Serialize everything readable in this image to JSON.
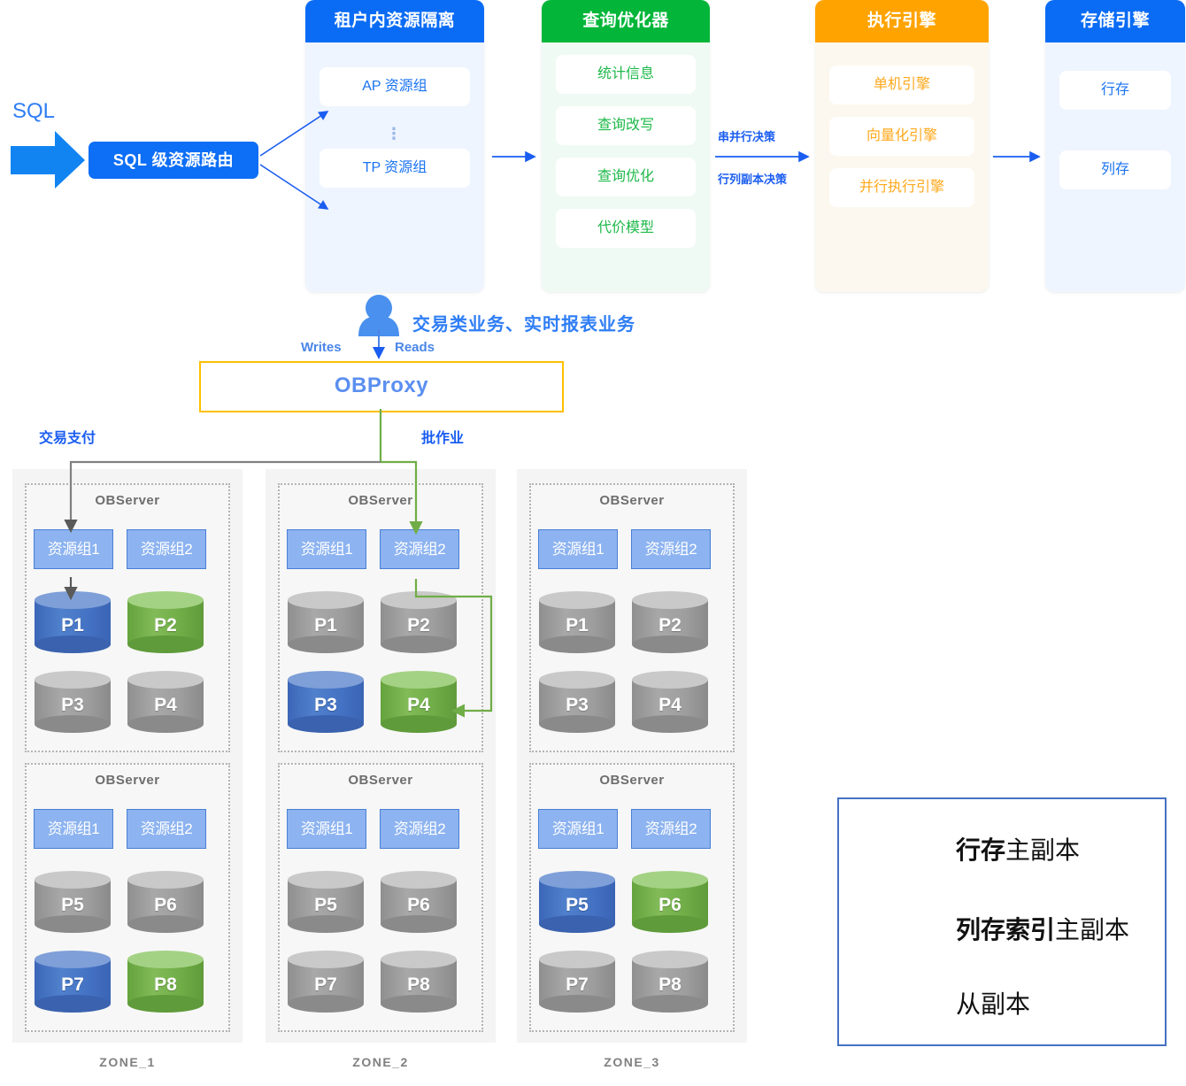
{
  "pipeline": {
    "sql_label": "SQL",
    "router_label": "SQL 级资源路由",
    "stages": [
      {
        "title": "租户内资源隔离",
        "items": [
          "AP 资源组",
          "TP 资源组"
        ],
        "ellipsis": "⋮",
        "header_color": "#0a6cf5"
      },
      {
        "title": "查询优化器",
        "items": [
          "统计信息",
          "查询改写",
          "查询优化",
          "代价模型"
        ],
        "header_color": "#03b639"
      },
      {
        "title": "执行引擎",
        "items": [
          "单机引擎",
          "向量化引擎",
          "并行执行引擎"
        ],
        "header_color": "#ffa300"
      },
      {
        "title": "存储引擎",
        "items": [
          "行存",
          "列存"
        ],
        "header_color": "#0a6cf5"
      }
    ],
    "edge_labels": {
      "top": "串并行决策",
      "bottom": "行列副本决策"
    }
  },
  "middle": {
    "business_label": "交易类业务、实时报表业务",
    "writes_label": "Writes",
    "reads_label": "Reads",
    "proxy_label": "OBProxy",
    "flow_pay_label": "交易支付",
    "flow_batch_label": "批作业"
  },
  "zones": [
    {
      "name": "ZONE_1",
      "servers": [
        {
          "title": "OBServer",
          "resource_groups": [
            "资源组1",
            "资源组2"
          ],
          "partitions": [
            {
              "label": "P1",
              "kind": "blue"
            },
            {
              "label": "P2",
              "kind": "green"
            },
            {
              "label": "P3",
              "kind": "gray"
            },
            {
              "label": "P4",
              "kind": "gray"
            }
          ]
        },
        {
          "title": "OBServer",
          "resource_groups": [
            "资源组1",
            "资源组2"
          ],
          "partitions": [
            {
              "label": "P5",
              "kind": "gray"
            },
            {
              "label": "P6",
              "kind": "gray"
            },
            {
              "label": "P7",
              "kind": "blue"
            },
            {
              "label": "P8",
              "kind": "green"
            }
          ]
        }
      ]
    },
    {
      "name": "ZONE_2",
      "servers": [
        {
          "title": "OBServer",
          "resource_groups": [
            "资源组1",
            "资源组2"
          ],
          "partitions": [
            {
              "label": "P1",
              "kind": "gray"
            },
            {
              "label": "P2",
              "kind": "gray"
            },
            {
              "label": "P3",
              "kind": "blue"
            },
            {
              "label": "P4",
              "kind": "green"
            }
          ]
        },
        {
          "title": "OBServer",
          "resource_groups": [
            "资源组1",
            "资源组2"
          ],
          "partitions": [
            {
              "label": "P5",
              "kind": "gray"
            },
            {
              "label": "P6",
              "kind": "gray"
            },
            {
              "label": "P7",
              "kind": "gray"
            },
            {
              "label": "P8",
              "kind": "gray"
            }
          ]
        }
      ]
    },
    {
      "name": "ZONE_3",
      "servers": [
        {
          "title": "OBServer",
          "resource_groups": [
            "资源组1",
            "资源组2"
          ],
          "partitions": [
            {
              "label": "P1",
              "kind": "gray"
            },
            {
              "label": "P2",
              "kind": "gray"
            },
            {
              "label": "P3",
              "kind": "gray"
            },
            {
              "label": "P4",
              "kind": "gray"
            }
          ]
        },
        {
          "title": "OBServer",
          "resource_groups": [
            "资源组1",
            "资源组2"
          ],
          "partitions": [
            {
              "label": "P5",
              "kind": "blue"
            },
            {
              "label": "P6",
              "kind": "green"
            },
            {
              "label": "P7",
              "kind": "gray"
            },
            {
              "label": "P8",
              "kind": "gray"
            }
          ]
        }
      ]
    }
  ],
  "legend": {
    "items": [
      {
        "kind": "blue",
        "bold": "行存",
        "rest": "主副本"
      },
      {
        "kind": "green",
        "bold": "列存索引",
        "rest": "主副本"
      },
      {
        "kind": "gray",
        "bold": "",
        "rest": "从副本"
      }
    ]
  },
  "colors": {
    "brand_blue": "#0a6cf5",
    "green": "#03b639",
    "orange": "#ffa300",
    "proxy_border": "#ffc000",
    "pay_line": "#808080",
    "batch_line": "#70ad47",
    "replica_blue": "#4472c4",
    "replica_green": "#70ad47",
    "replica_gray": "#9e9e9e"
  }
}
